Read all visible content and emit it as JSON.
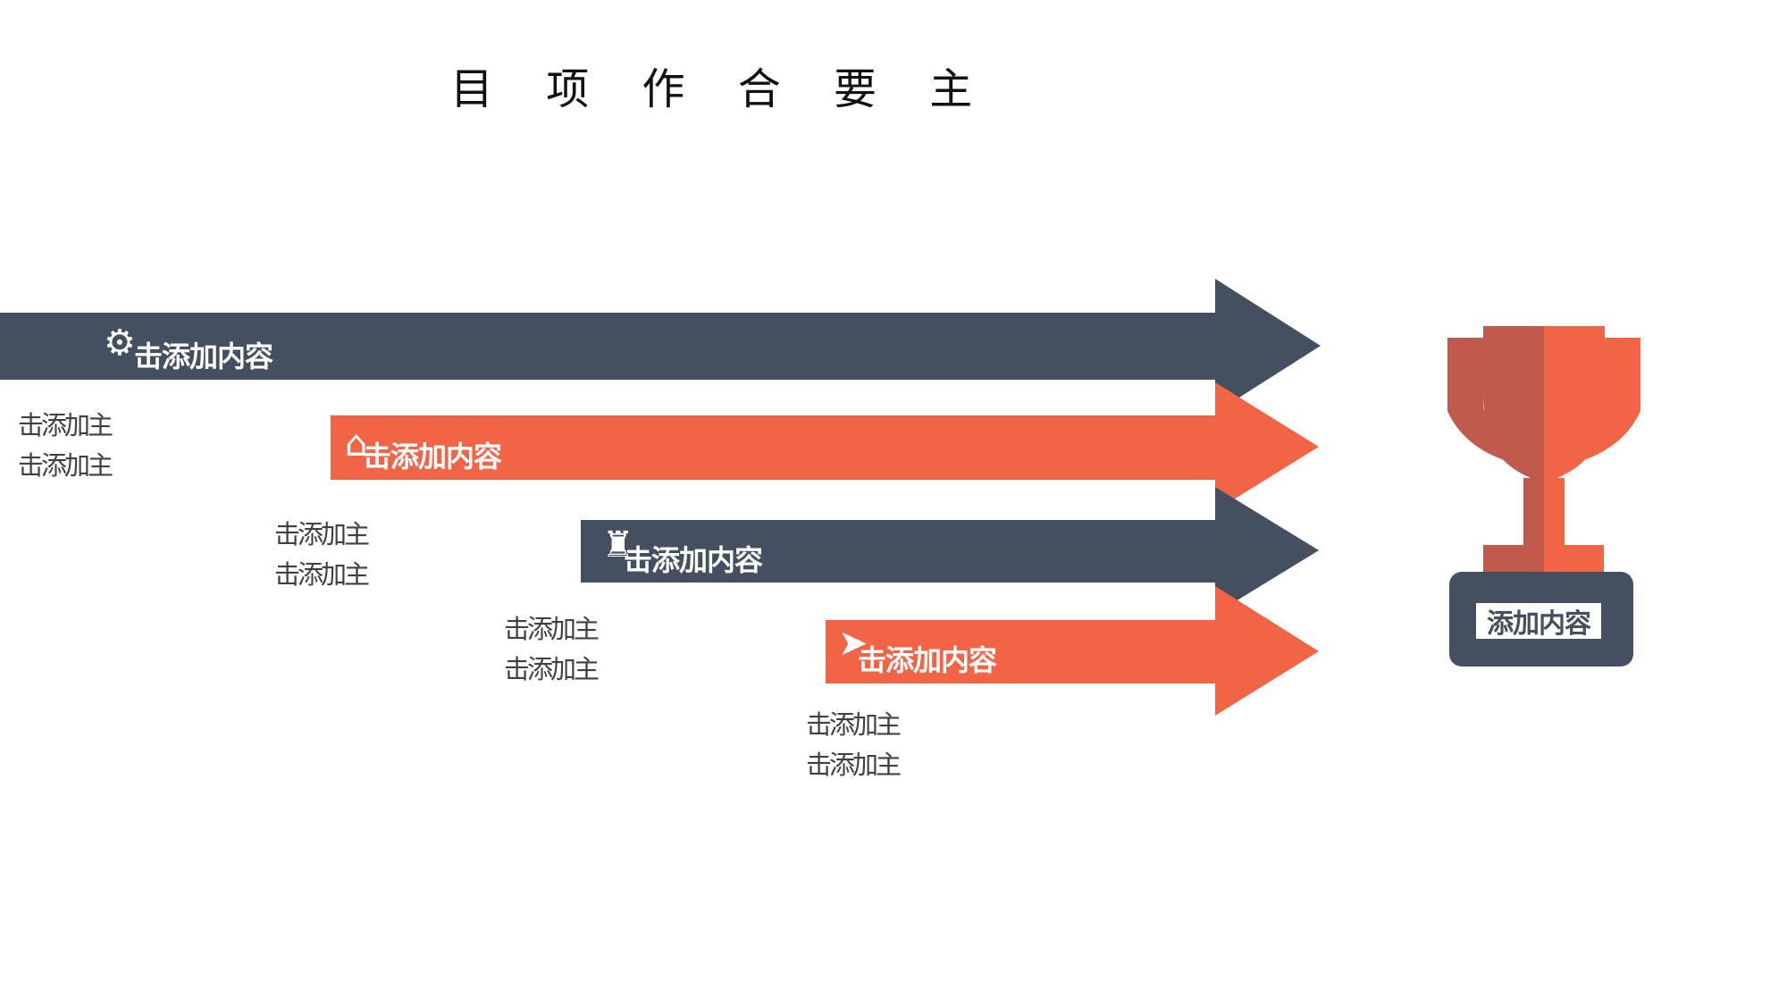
{
  "title": "目 项 作 合 要 主",
  "colors": {
    "dark": "#44505f",
    "orange": "#f26446",
    "trophy_shade": "#c05a4c",
    "text_gray": "#404040"
  },
  "arrows": [
    {
      "label": "击添加内容",
      "icon": "gear-icon",
      "color": "dark",
      "sub1": "击添加主",
      "sub2": "击添加主"
    },
    {
      "label": "击添加内容",
      "icon": "home-icon",
      "color": "orange",
      "sub1": "击添加主",
      "sub2": "击添加主"
    },
    {
      "label": "击添加内容",
      "icon": "trophy-icon",
      "color": "dark",
      "sub1": "击添加主",
      "sub2": "击添加主"
    },
    {
      "label": "击添加内容",
      "icon": "paper-plane-icon",
      "color": "orange",
      "sub1": "击添加主",
      "sub2": "击添加主"
    }
  ],
  "trophy": {
    "label": "添加内容"
  }
}
